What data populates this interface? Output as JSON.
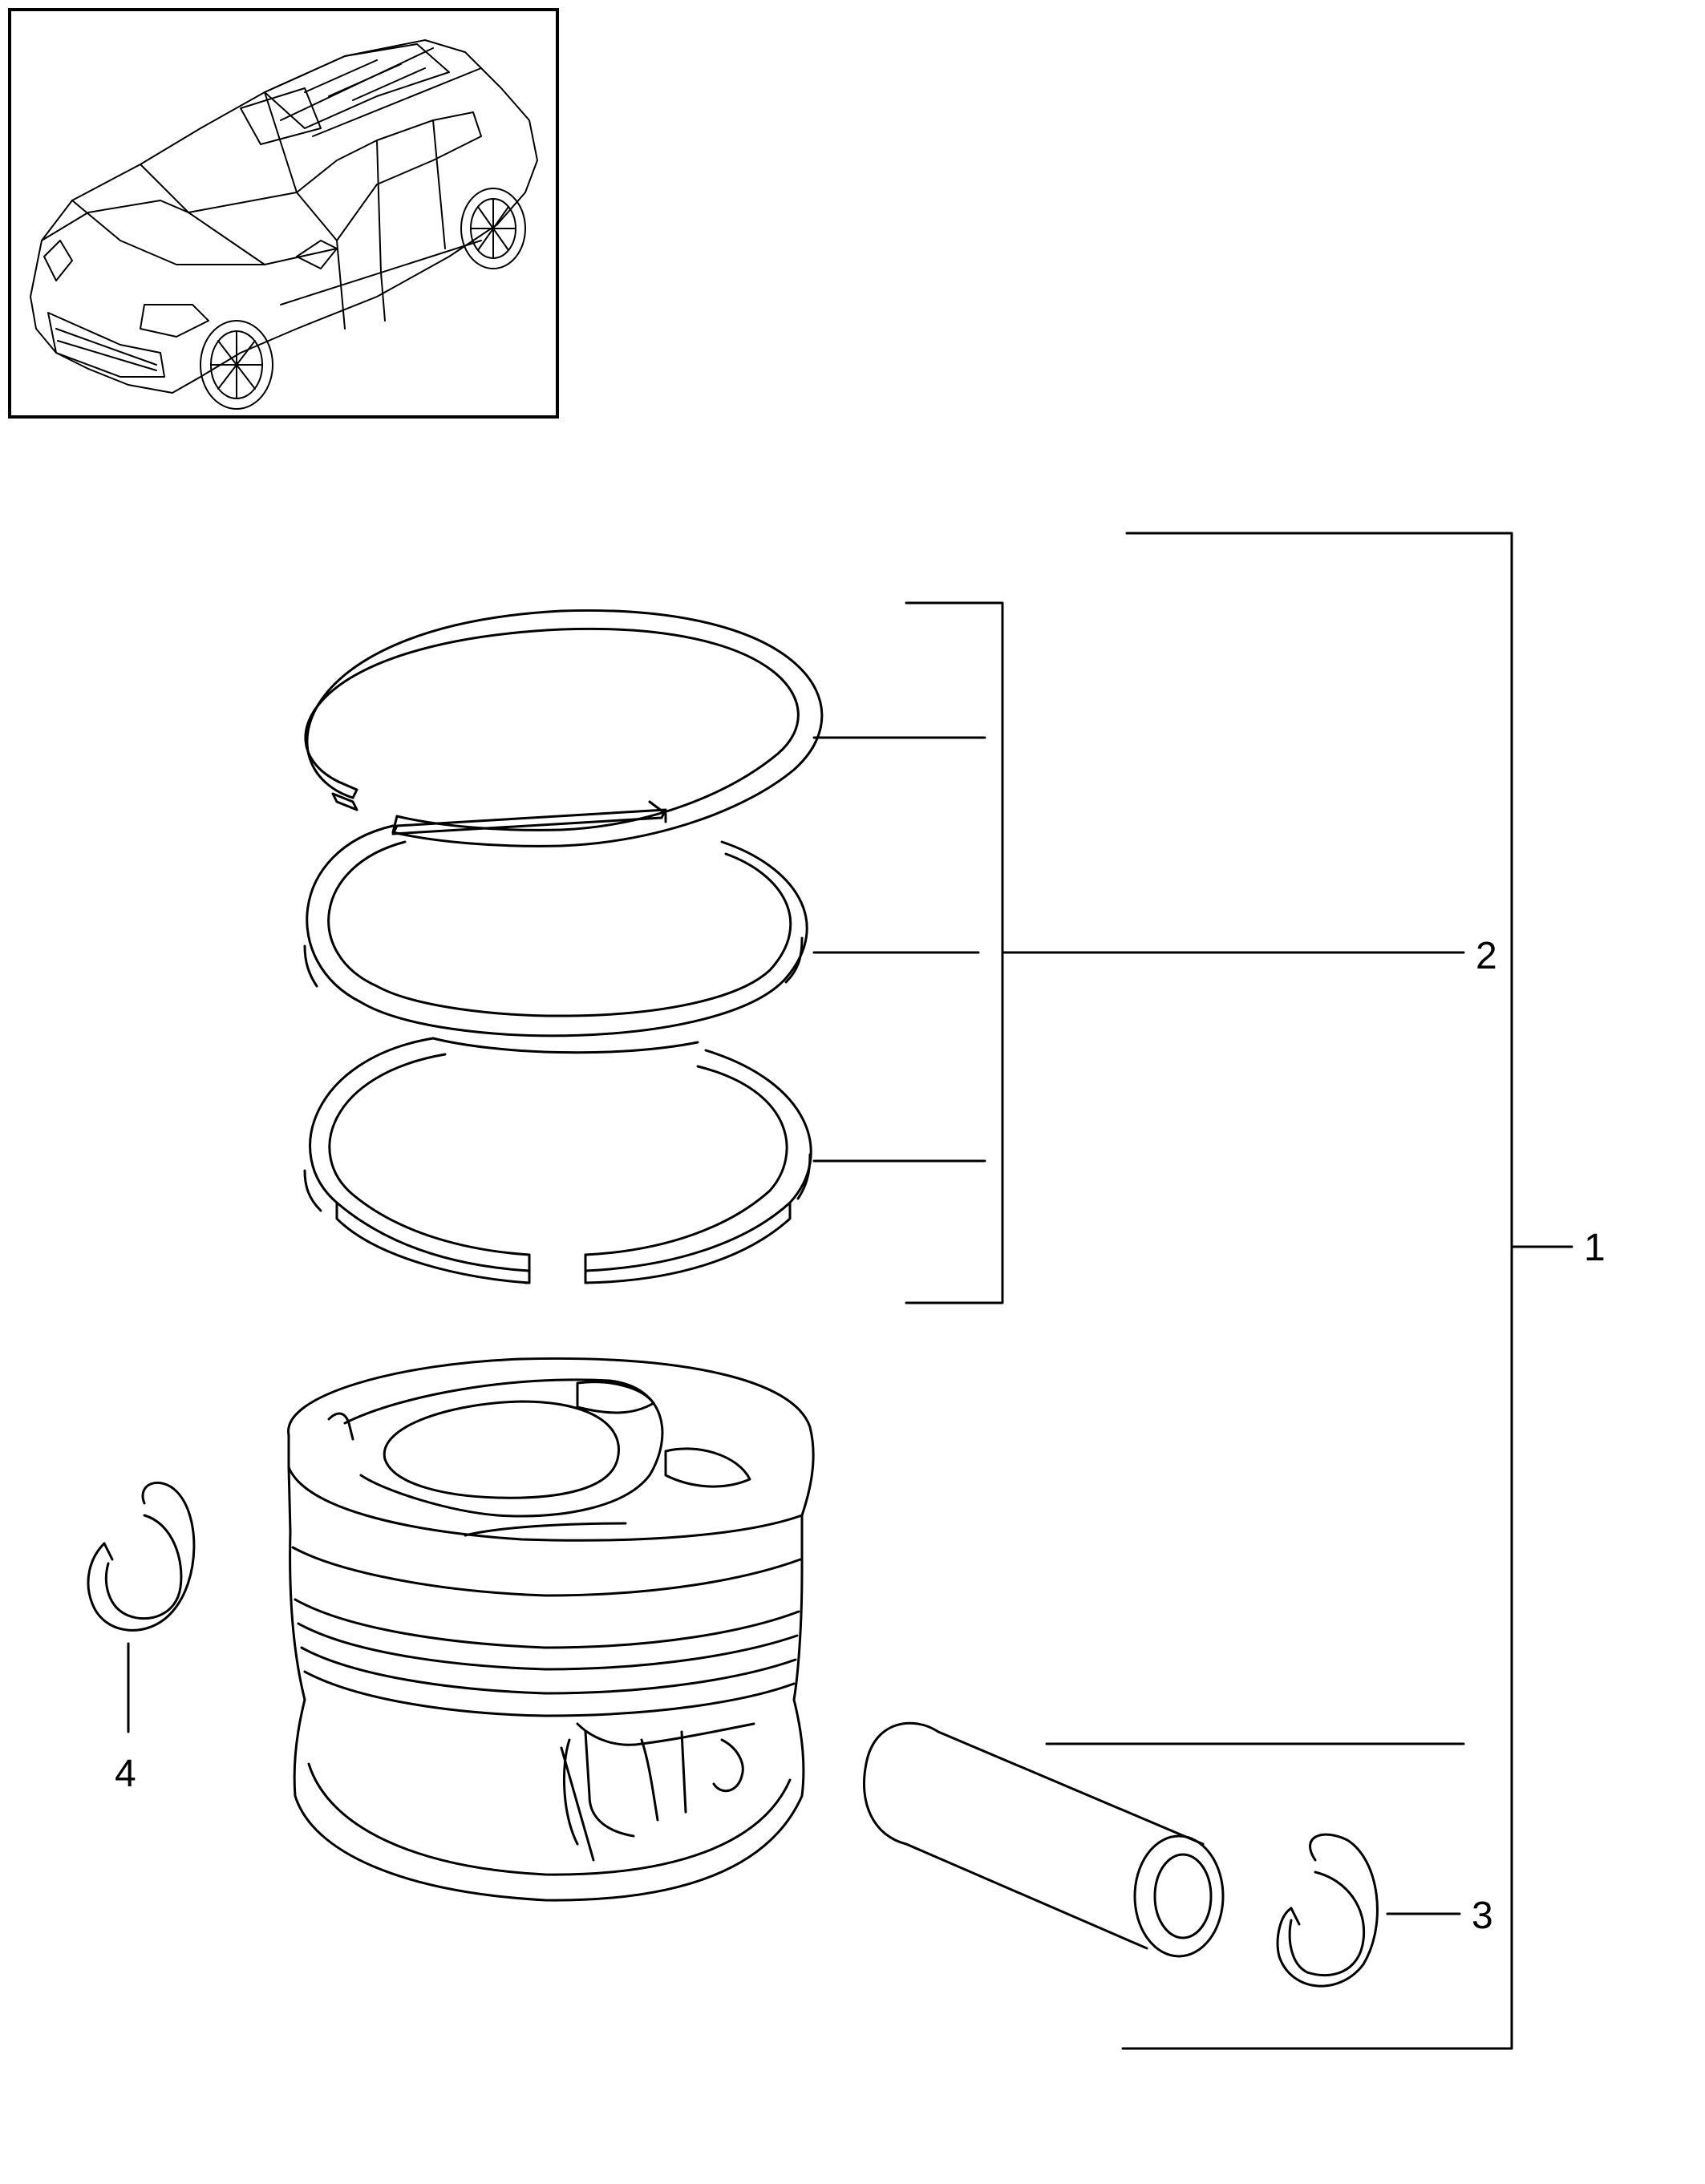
{
  "callouts": {
    "item_1": "1",
    "item_2": "2",
    "item_3": "3",
    "item_4": "4"
  },
  "icons": {
    "thumbnail": "vehicle-thumbnail-icon",
    "rings": "piston-ring-icon",
    "piston": "piston-icon",
    "pin": "piston-pin-icon",
    "circlip": "circlip-icon"
  },
  "colors": {
    "line": "#000000",
    "background": "#ffffff"
  }
}
